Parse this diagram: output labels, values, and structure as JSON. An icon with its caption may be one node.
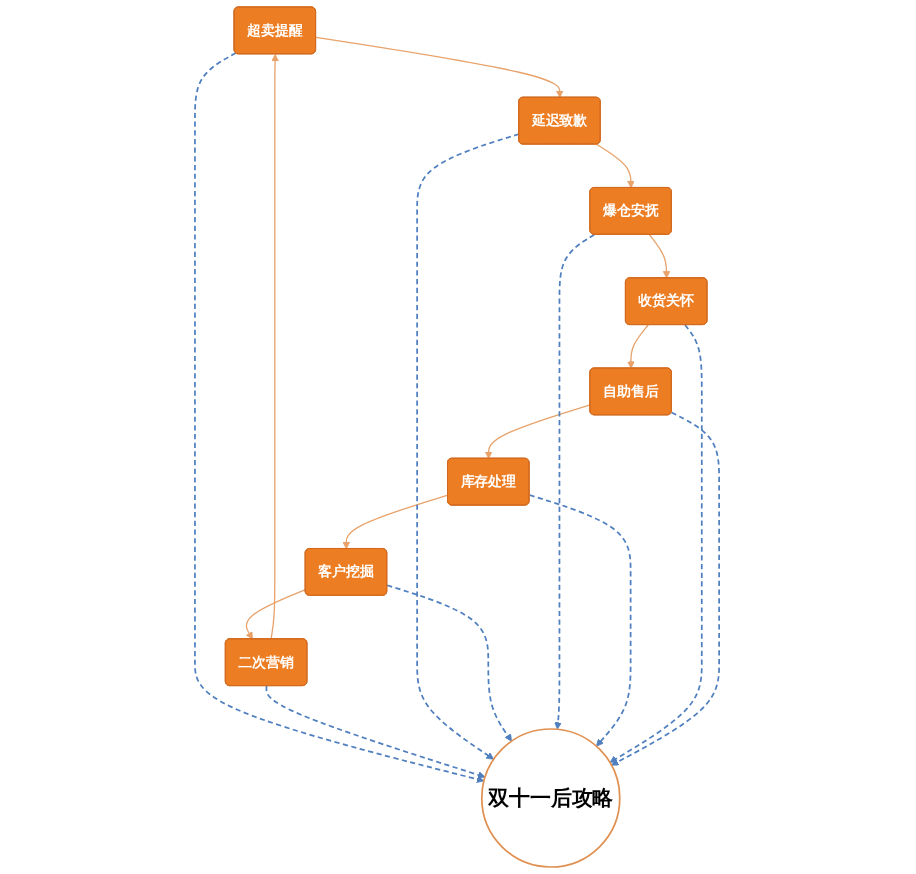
{
  "diagram": {
    "nodes": [
      {
        "text": [
          "超卖提醒"
        ]
      },
      {
        "text": [
          "二次营销"
        ]
      },
      {
        "text": [
          "延迟致歉"
        ]
      },
      {
        "text": [
          "客户挖掘"
        ]
      },
      {
        "text": [
          "双十一后攻略"
        ]
      },
      {
        "text": [
          "爆仓安抚"
        ]
      },
      {
        "text": [
          "库存处理"
        ]
      },
      {
        "text": [
          "收货关怀"
        ]
      },
      {
        "text": [
          "自助售后"
        ]
      }
    ],
    "edges": [
      {
        "from": 0,
        "to": 2,
        "arrow": "to",
        "color": "#e8a26a"
      },
      {
        "from": 2,
        "to": 5,
        "arrow": "to",
        "color": "#e8a26a"
      },
      {
        "from": 5,
        "to": 7,
        "arrow": "to",
        "color": "#e8a26a"
      },
      {
        "from": 7,
        "to": 8,
        "arrow": "to",
        "color": "#e8a26a"
      },
      {
        "from": 8,
        "to": 6,
        "arrow": "to",
        "color": "#e8a26a"
      },
      {
        "from": 6,
        "to": 3,
        "arrow": "to",
        "color": "#e8a26a"
      },
      {
        "from": 3,
        "to": 1,
        "arrow": "to",
        "color": "#e8a26a"
      },
      {
        "from": 1,
        "to": 0,
        "arrow": "to",
        "color": "#e8a26a"
      },
      {
        "from": 0,
        "to": 4,
        "arrow": "to",
        "style": "dashed",
        "color": "#4f7fbf"
      },
      {
        "from": 1,
        "to": 4,
        "arrow": "to",
        "style": "dashed",
        "color": "#4f7fbf"
      },
      {
        "from": 2,
        "to": 4,
        "arrow": "to",
        "style": "dashed",
        "color": "#4f7fbf"
      },
      {
        "from": 3,
        "to": 4,
        "arrow": "to",
        "style": "dashed",
        "color": "#4f7fbf"
      },
      {
        "from": 5,
        "to": 4,
        "arrow": "to",
        "style": "dashed",
        "color": "#4f7fbf"
      },
      {
        "from": 6,
        "to": 4,
        "arrow": "to",
        "style": "dashed",
        "color": "#4f7fbf"
      },
      {
        "from": 7,
        "to": 4,
        "arrow": "to",
        "style": "dashed",
        "color": "#4f7fbf"
      },
      {
        "from": 8,
        "to": 4,
        "arrow": "to",
        "style": "dashed",
        "color": "#4f7fbf"
      }
    ]
  }
}
